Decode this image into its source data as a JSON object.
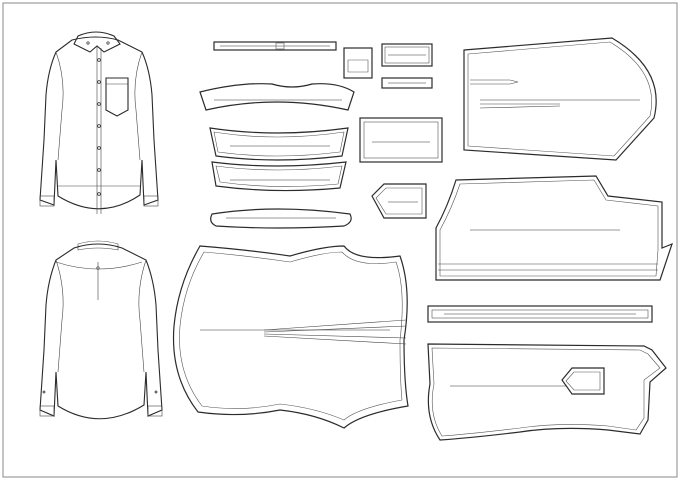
{
  "sheet": {
    "colors": {
      "line": "#2b2b2b",
      "paper": "#ffffff",
      "frame": "#8a8a8a"
    },
    "pieces": [
      {
        "id": "collar-band-strip",
        "label": ""
      },
      {
        "id": "cuff-small",
        "label": ""
      },
      {
        "id": "button-placket",
        "label": ""
      },
      {
        "id": "sleeve-placket",
        "label": ""
      },
      {
        "id": "sleeve",
        "label": ""
      },
      {
        "id": "yoke",
        "label": ""
      },
      {
        "id": "collar-1",
        "label": ""
      },
      {
        "id": "collar-2",
        "label": ""
      },
      {
        "id": "collar-3",
        "label": ""
      },
      {
        "id": "cuff-rect",
        "label": ""
      },
      {
        "id": "pocket",
        "label": ""
      },
      {
        "id": "front-panel",
        "label": ""
      },
      {
        "id": "back-panel",
        "label": ""
      },
      {
        "id": "front-strip",
        "label": ""
      },
      {
        "id": "front-lower",
        "label": ""
      }
    ]
  }
}
